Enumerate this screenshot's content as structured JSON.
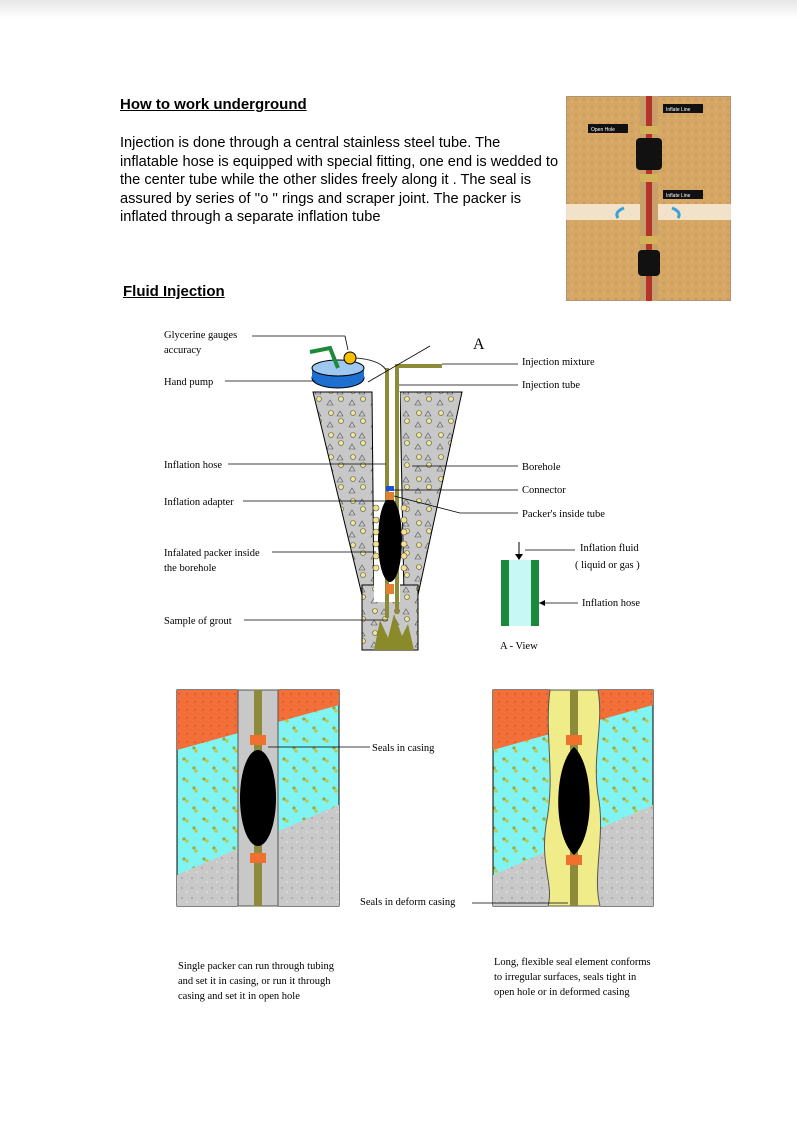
{
  "section1": {
    "heading": "How to work underground",
    "paragraph": "Injection is done through a central stainless steel tube. The inflatable hose is equipped with special fitting, one end is wedded to the center tube while the other slides freely  along it . The seal is assured by series of ''o '' rings and scraper joint. The packer is inflated through a separate inflation tube",
    "photo_labels": {
      "open_hole": "Open Hole",
      "inflate_line_1": "Inflate Line",
      "inflate_line_2": "Inflate Line"
    }
  },
  "section2": {
    "heading": "Fluid Injection",
    "diagram": {
      "marker": "A",
      "left_labels": {
        "gauges_1": "Glycerine gauges",
        "gauges_2": "accuracy",
        "hand_pump": "Hand pump",
        "inflation_hose": "Inflation hose",
        "inflation_adapter": "Inflation adapter",
        "packer_1": "Infalated packer inside",
        "packer_2": "the borehole",
        "grout": "Sample of grout"
      },
      "right_labels": {
        "injection_mixture": "Injection mixture",
        "injection_tube": "Injection tube",
        "borehole": "Borehole",
        "connector": "Connector",
        "inside_tube": "Packer's inside tube"
      },
      "a_view": {
        "fluid_1": "Inflation fluid",
        "fluid_2": "( liquid or gas )",
        "hose": "Inflation hose",
        "caption": "A - View"
      }
    },
    "packers": {
      "left_callout": "Seals in casing",
      "right_callout": "Seals in deform casing",
      "left_caption": [
        "Single packer can run through tubing",
        "and set it in casing, or run it through",
        "casing and set it in open hole"
      ],
      "right_caption": [
        "Long, flexible seal element conforms",
        "to irregular surfaces, seals tight in",
        "open hole or in deformed casing"
      ]
    }
  },
  "colors": {
    "soil": "#d9a866",
    "cone_gray": "#c8c8c8",
    "orange_layer": "#f26f3a",
    "cyan_layer": "#7ff4f2",
    "gray_layer": "#c9c9c9",
    "packer": "#000000",
    "tube_olive": "#8d8a3a"
  }
}
